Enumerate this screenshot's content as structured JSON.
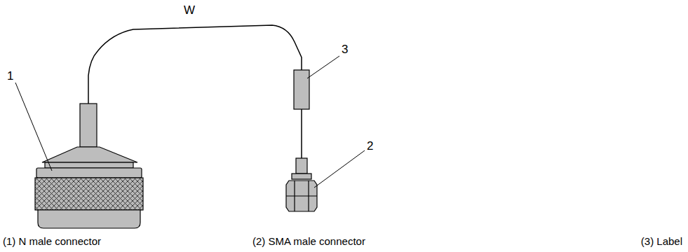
{
  "diagram": {
    "labels": [
      "W",
      "1",
      "2",
      "3",
      "(1) N male connector",
      "(2) SMA male connector",
      "(3) Label"
    ]
  }
}
